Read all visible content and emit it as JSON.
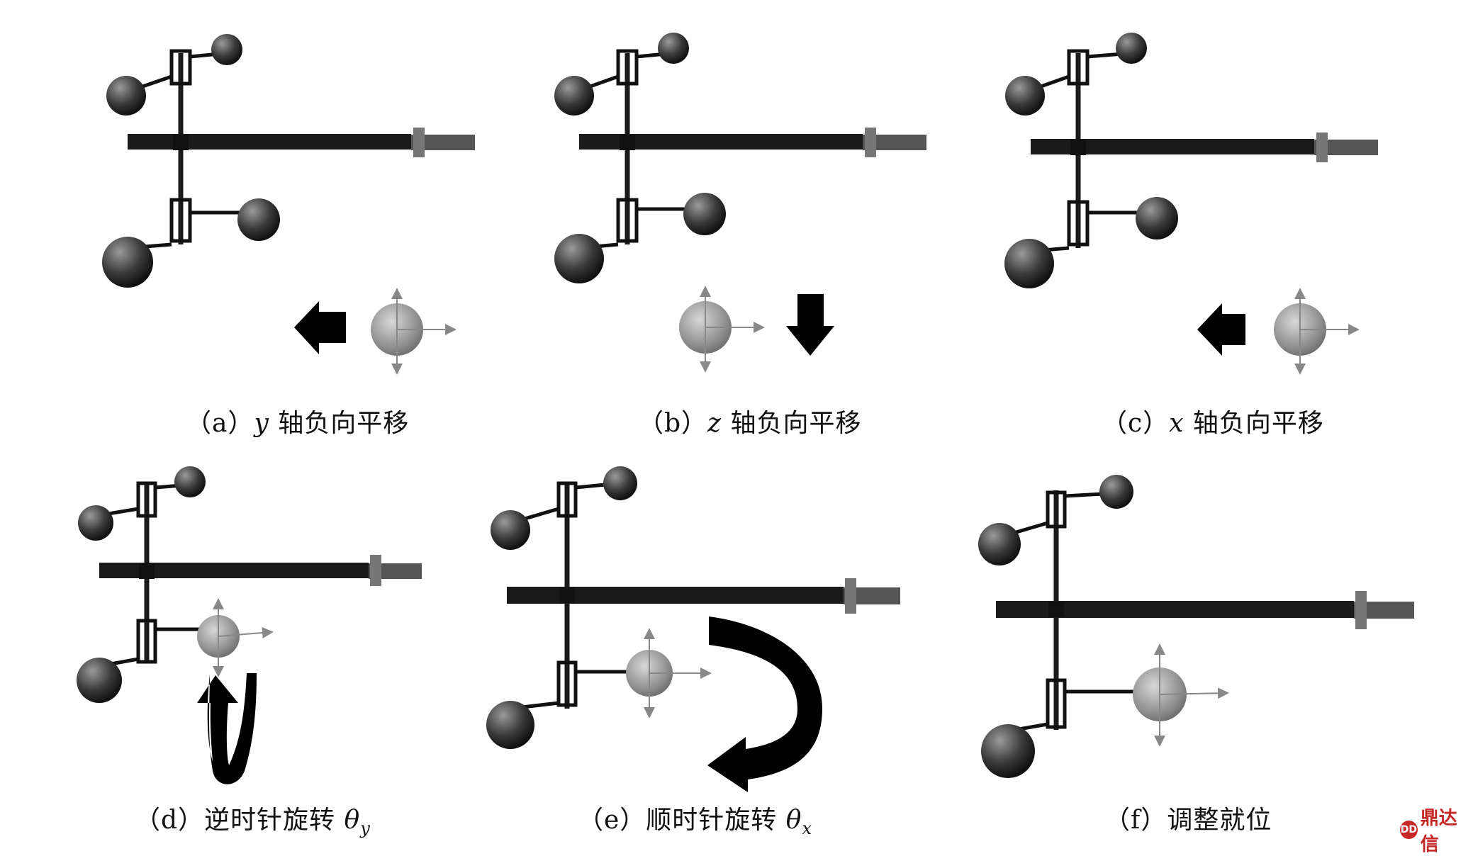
{
  "panels": [
    {
      "id": "a",
      "prefix": "（a）",
      "var": "y",
      "sub": "",
      "text": " 轴负向平移"
    },
    {
      "id": "b",
      "prefix": "（b）",
      "var": "z",
      "sub": "",
      "text": " 轴负向平移"
    },
    {
      "id": "c",
      "prefix": "（c）",
      "var": "x",
      "sub": "",
      "text": " 轴负向平移"
    },
    {
      "id": "d",
      "prefix": "（d）逆时针旋转 ",
      "var": "θ",
      "sub": "y",
      "text": ""
    },
    {
      "id": "e",
      "prefix": "（e）顺时针旋转 ",
      "var": "θ",
      "sub": "x",
      "text": ""
    },
    {
      "id": "f",
      "prefix": "（f）调整就位",
      "var": "",
      "sub": "",
      "text": ""
    }
  ],
  "watermark": {
    "mark": "DD",
    "text": "鼎达信"
  },
  "colors": {
    "rod": "#1a1a1a",
    "sphere": "#555555",
    "target": "#9a9a9a",
    "arrow": "#000000"
  }
}
